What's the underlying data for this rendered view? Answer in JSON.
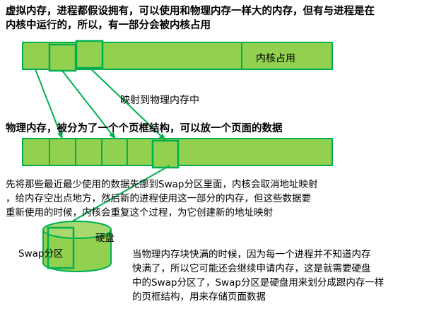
{
  "intro": {
    "line1": "虚拟内存，进程都假设拥有，可以使用和物理内存一样大的内存，但有与进程是在",
    "line2": "内核中运行的，所以，有一部分会被内核占用"
  },
  "virtual_bar": {
    "kernel_label": "内核占用"
  },
  "mapping_label": "映射到物理内存中",
  "physical": {
    "title": "物理内存，被分为了一个个页框结构，可以放一个页面的数据"
  },
  "swap_explain": {
    "line1": "先将那些最近最少使用的数据先挪到Swap分区里面，内核会取消地址映射",
    "line2": "，给内存空出点地方，然后新的进程使用这一部分的内存，但这些数据要",
    "line3": "重新使用的时候，内核会重复这个过程，为它创建新的地址映射"
  },
  "disk": {
    "label": "硬盘",
    "swap_label": "Swap分区"
  },
  "full_explain": {
    "line1": "当物理内存块快满的时候，因为每一个进程并不知道内存",
    "line2": "快满了，所以它可能还会继续申请内存，这是就需要硬盘",
    "line3": "中的Swap分区了，Swap分区是硬盘用来划分成跟内存一样",
    "line4": "的页框结构，用来存储页面数据"
  },
  "colors": {
    "fill": "#92d050",
    "stroke": "#00b050",
    "arrow": "#00b050"
  }
}
